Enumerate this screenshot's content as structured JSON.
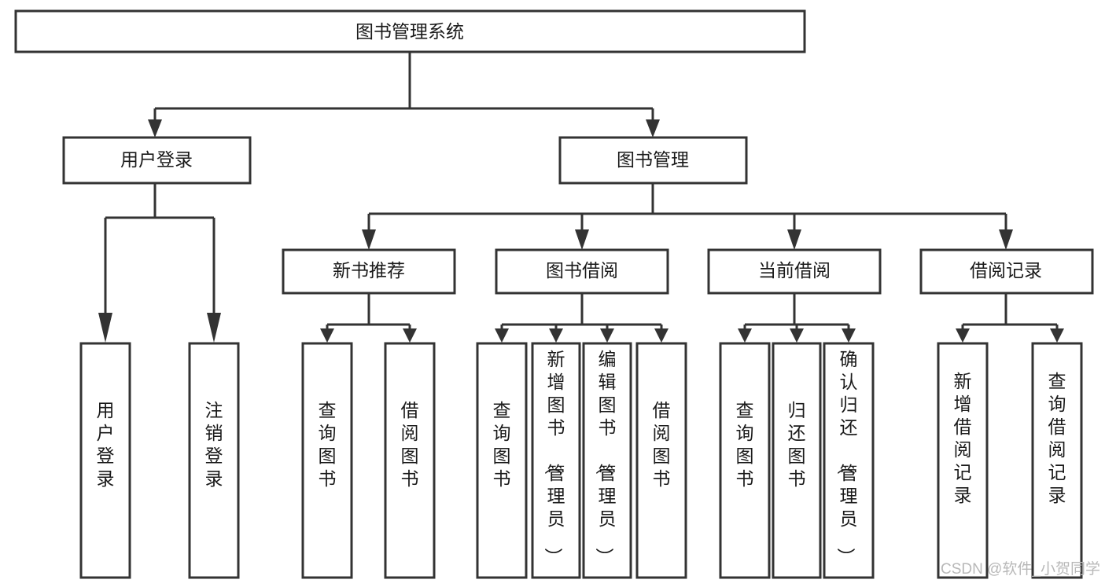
{
  "diagram": {
    "title": "图书管理系统",
    "type": "tree-hierarchy",
    "root": {
      "id": "root",
      "label": "图书管理系统"
    },
    "level2": [
      {
        "id": "user-login",
        "label": "用户登录"
      },
      {
        "id": "book-manage",
        "label": "图书管理"
      }
    ],
    "level3": [
      {
        "id": "new-book-recommend",
        "label": "新书推荐",
        "parent": "book-manage"
      },
      {
        "id": "book-borrow",
        "label": "图书借阅",
        "parent": "book-manage"
      },
      {
        "id": "current-borrow",
        "label": "当前借阅",
        "parent": "book-manage"
      },
      {
        "id": "borrow-record",
        "label": "借阅记录",
        "parent": "book-manage"
      }
    ],
    "leaves": {
      "user-login": [
        {
          "id": "leaf-user-login",
          "label": "用户登录"
        },
        {
          "id": "leaf-logout",
          "label": "注销登录"
        }
      ],
      "new-book-recommend": [
        {
          "id": "leaf-query-book-1",
          "label": "查询图书"
        },
        {
          "id": "leaf-borrow-book-1",
          "label": "借阅图书"
        }
      ],
      "book-borrow": [
        {
          "id": "leaf-query-book-2",
          "label": "查询图书"
        },
        {
          "id": "leaf-add-book",
          "label": "新增图书（管理员）"
        },
        {
          "id": "leaf-edit-book",
          "label": "编辑图书（管理员）"
        },
        {
          "id": "leaf-borrow-book-2",
          "label": "借阅图书"
        }
      ],
      "current-borrow": [
        {
          "id": "leaf-query-book-3",
          "label": "查询图书"
        },
        {
          "id": "leaf-return-book",
          "label": "归还图书"
        },
        {
          "id": "leaf-confirm-return",
          "label": "确认归还（管理员）"
        }
      ],
      "borrow-record": [
        {
          "id": "leaf-add-record",
          "label": "新增借阅记录"
        },
        {
          "id": "leaf-query-record",
          "label": "查询借阅记录"
        }
      ]
    }
  },
  "watermark": {
    "text": "CSDN @软件_小贺同学"
  },
  "colors": {
    "stroke": "#333333",
    "box_fill": "#ffffff",
    "text": "#1a1a1a",
    "watermark": "#b8b8b8",
    "background": "#ffffff"
  }
}
